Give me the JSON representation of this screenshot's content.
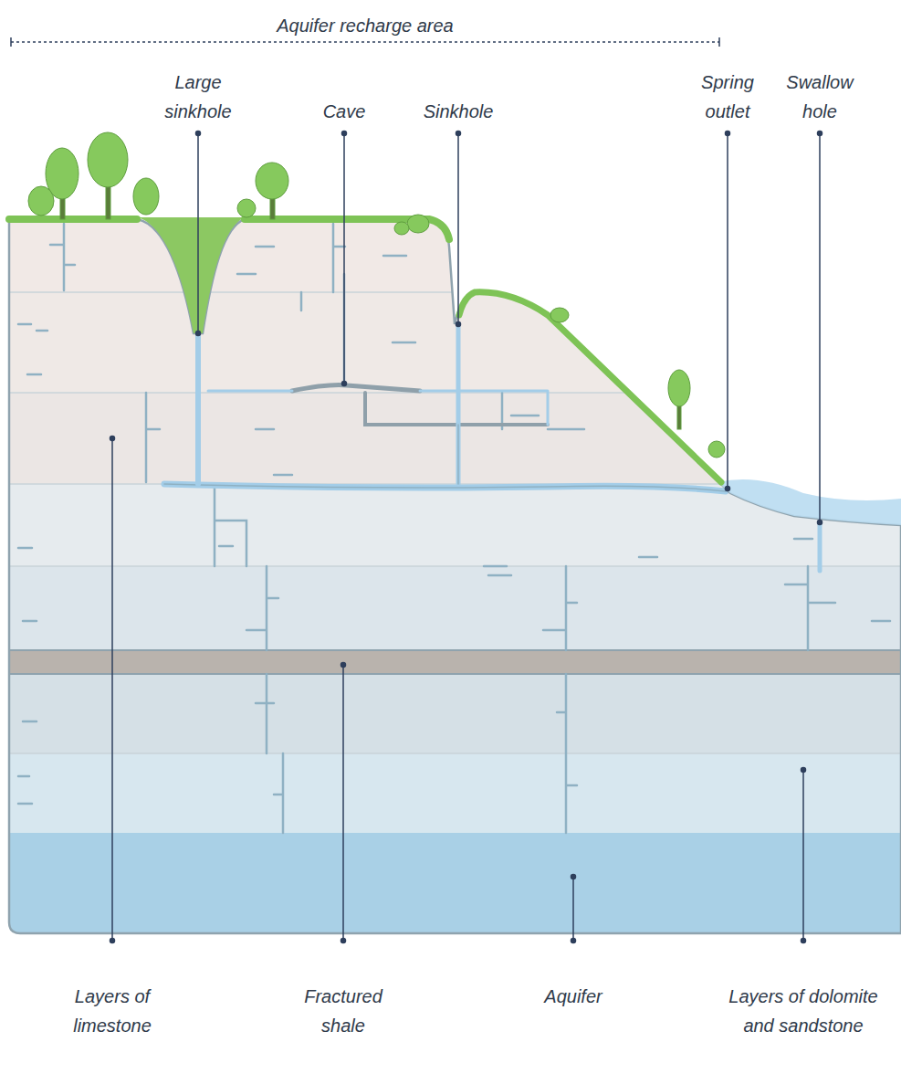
{
  "diagram": {
    "labels": [
      "Aquifer recharge area",
      "Large sinkhole",
      "Cave",
      "Sinkhole",
      "Spring outlet",
      "Swallow hole",
      "Layers of limestone",
      "Fractured shale",
      "Aquifer",
      "Layers of dolomite and sandstone"
    ]
  }
}
